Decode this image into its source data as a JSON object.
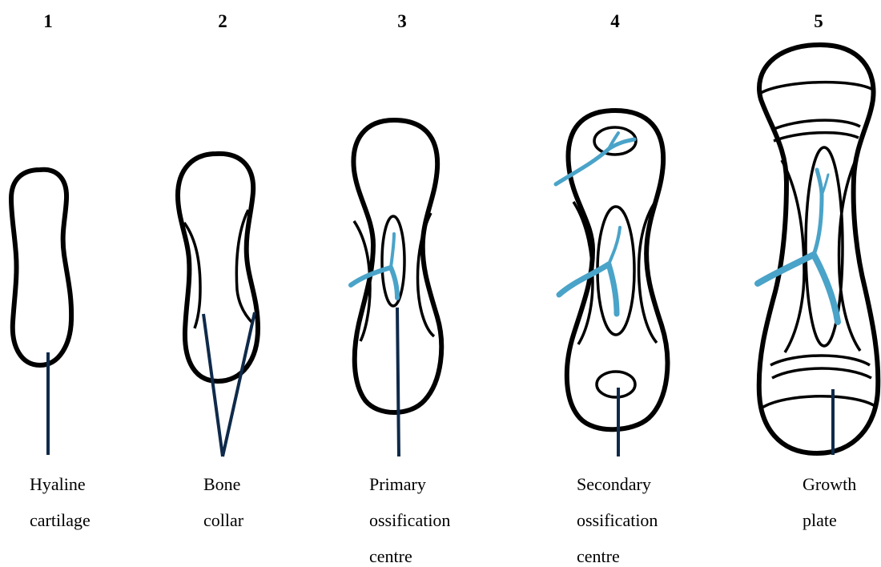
{
  "stages": [
    {
      "number": "1",
      "label_lines": [
        "Hyaline",
        "cartilage"
      ]
    },
    {
      "number": "2",
      "label_lines": [
        "Bone",
        "collar"
      ]
    },
    {
      "number": "3",
      "label_lines": [
        "Primary",
        "ossification",
        "centre"
      ]
    },
    {
      "number": "4",
      "label_lines": [
        "Secondary",
        "ossification",
        "centre"
      ]
    },
    {
      "number": "5",
      "label_lines": [
        "Growth",
        "plate"
      ]
    }
  ],
  "colors": {
    "outline": "#000000",
    "blood_vessel": "#4aa3c8",
    "leader_line": "#0f2a4a"
  }
}
